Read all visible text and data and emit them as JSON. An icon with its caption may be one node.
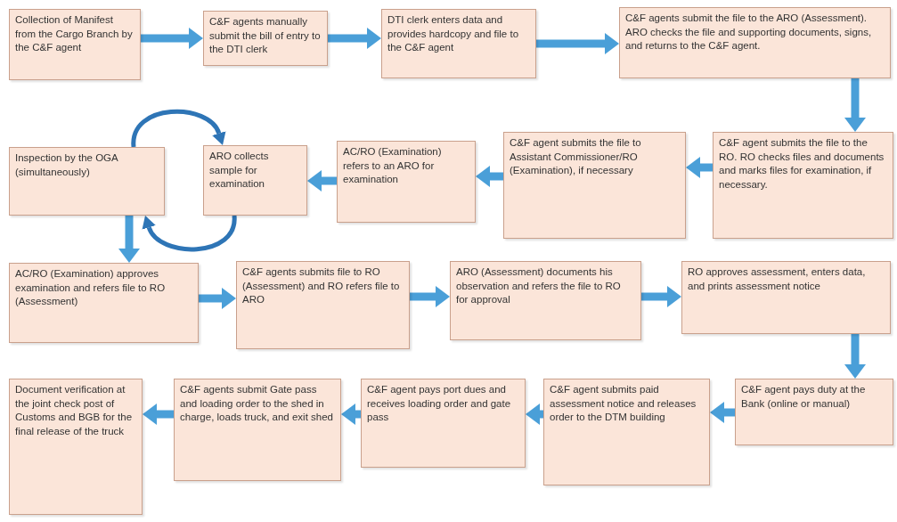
{
  "diagram": {
    "nodes": [
      {
        "text": [
          "Collection of Manifest from the Cargo Branch by the C&F agent"
        ]
      },
      {
        "text": [
          "C&F agents manually submit the bill of entry to the DTI clerk"
        ]
      },
      {
        "text": [
          "DTI clerk enters data and provides hardcopy and file to the C&F agent"
        ]
      },
      {
        "text": [
          "C&F agents submit the file to the ARO (Assessment). ARO checks the file and supporting documents, signs, and returns to the C&F agent."
        ]
      },
      {
        "text": [
          "C&F agent submits the file to the RO. RO checks files and documents and marks files for examination, if necessary."
        ]
      },
      {
        "text": [
          "C&F agent submits the file to Assistant Commissioner/RO (Examination), if necessary"
        ]
      },
      {
        "text": [
          "AC/RO (Examination) refers to an ARO for examination"
        ]
      },
      {
        "text": [
          "ARO collects sample for examination"
        ]
      },
      {
        "text": [
          "Inspection by the OGA (simultaneously)"
        ]
      },
      {
        "text": [
          "AC/RO (Examination) approves examination and refers file to RO (Assessment)"
        ]
      },
      {
        "text": [
          "C&F agents submits file to RO (Assessment) and RO refers file to ARO"
        ]
      },
      {
        "text": [
          "ARO (Assessment) documents his observation and refers the file to RO for approval"
        ]
      },
      {
        "text": [
          "RO approves assessment, enters data, and prints assessment notice"
        ]
      },
      {
        "text": [
          "C&F agent pays duty at the Bank (online or manual)"
        ]
      },
      {
        "text": [
          "C&F agent submits paid assessment notice and releases order to the DTM building"
        ]
      },
      {
        "text": [
          "C&F agent pays port dues and receives loading order and gate pass"
        ]
      },
      {
        "text": [
          "C&F agents submit Gate pass and loading order to the shed in charge, loads truck, and exit shed"
        ]
      },
      {
        "text": [
          "Document verification at the joint check post of Customs and BGB for the final release of the truck"
        ]
      }
    ],
    "edges": [
      {
        "from": 0,
        "to": 1,
        "arrow": "to"
      },
      {
        "from": 1,
        "to": 2,
        "arrow": "to"
      },
      {
        "from": 2,
        "to": 3,
        "arrow": "to"
      },
      {
        "from": 3,
        "to": 4,
        "arrow": "to"
      },
      {
        "from": 4,
        "to": 5,
        "arrow": "to"
      },
      {
        "from": 5,
        "to": 6,
        "arrow": "to"
      },
      {
        "from": 6,
        "to": 7,
        "arrow": "to"
      },
      {
        "from": 8,
        "to": 7,
        "arrow": "to",
        "color": "#2e75b6"
      },
      {
        "from": 7,
        "to": 8,
        "arrow": "to",
        "color": "#2e75b6"
      },
      {
        "from": 8,
        "to": 9,
        "arrow": "to"
      },
      {
        "from": 9,
        "to": 10,
        "arrow": "to"
      },
      {
        "from": 10,
        "to": 11,
        "arrow": "to"
      },
      {
        "from": 11,
        "to": 12,
        "arrow": "to"
      },
      {
        "from": 12,
        "to": 13,
        "arrow": "to"
      },
      {
        "from": 13,
        "to": 14,
        "arrow": "to"
      },
      {
        "from": 14,
        "to": 15,
        "arrow": "to"
      },
      {
        "from": 15,
        "to": 16,
        "arrow": "to"
      },
      {
        "from": 16,
        "to": 17,
        "arrow": "to"
      }
    ]
  }
}
